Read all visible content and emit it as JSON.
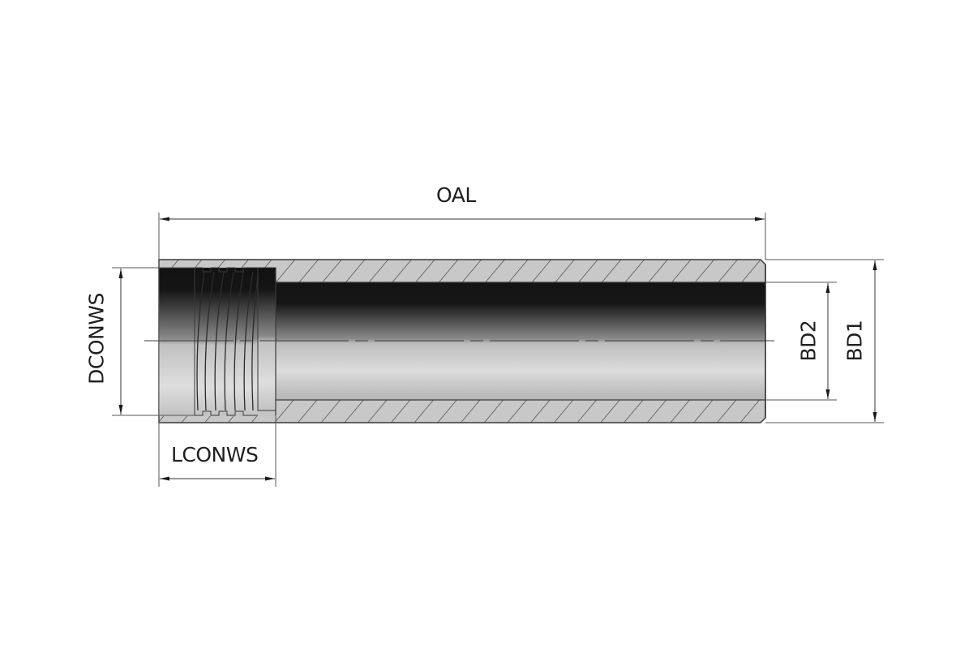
{
  "diagram": {
    "type": "technical-drawing",
    "subject": "threaded sleeve / bushing cross-section",
    "dimensions": {
      "overall_length": {
        "label": "OAL"
      },
      "connection_diameter": {
        "label": "DCONWS"
      },
      "connection_length": {
        "label": "LCONWS"
      },
      "bore_diameter_2": {
        "label": "BD2"
      },
      "bore_diameter_1": {
        "label": "BD1"
      }
    },
    "colors": {
      "line": "#3a3a3a",
      "hatch_fill": "#c8c8c8",
      "bore_dark": "#141414",
      "bore_light": "#dcdcdc",
      "background": "#ffffff"
    }
  }
}
